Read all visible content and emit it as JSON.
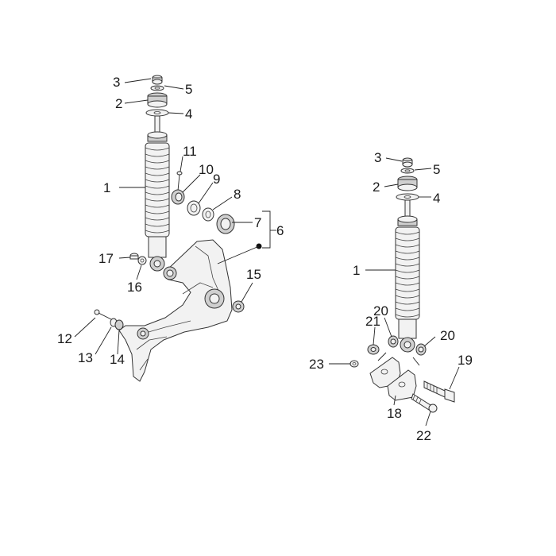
{
  "labels": {
    "left": {
      "n1": "1",
      "n2": "2",
      "n3": "3",
      "n4": "4",
      "n5": "5",
      "n6": "6",
      "n7": "7",
      "n8": "8",
      "n9": "9",
      "n10": "10",
      "n11": "11",
      "n12": "12",
      "n13": "13",
      "n14": "14",
      "n15": "15",
      "n16": "16",
      "n17": "17"
    },
    "right": {
      "n1": "1",
      "n2": "2",
      "n3": "3",
      "n4": "4",
      "n5": "5",
      "n18": "18",
      "n19": "19",
      "n20a": "20",
      "n20b": "20",
      "n21": "21",
      "n22": "22",
      "n23": "23"
    }
  },
  "parts": {
    "left_assembly": [
      "shock-absorber",
      "spring",
      "top-nut",
      "washer",
      "rubber-bush",
      "spacer",
      "swing-arm-bracket",
      "bearing",
      "seal-ring",
      "circlip",
      "screw",
      "nut",
      "bolt"
    ],
    "right_assembly": [
      "shock-absorber",
      "spring",
      "top-nut",
      "washer",
      "rubber-bush",
      "plate",
      "bolt",
      "nut",
      "spacer"
    ]
  },
  "colors": {
    "line": "#222222",
    "part_fill": "#f2f2f2",
    "part_shade": "#cfcfcf",
    "background": "#ffffff"
  }
}
